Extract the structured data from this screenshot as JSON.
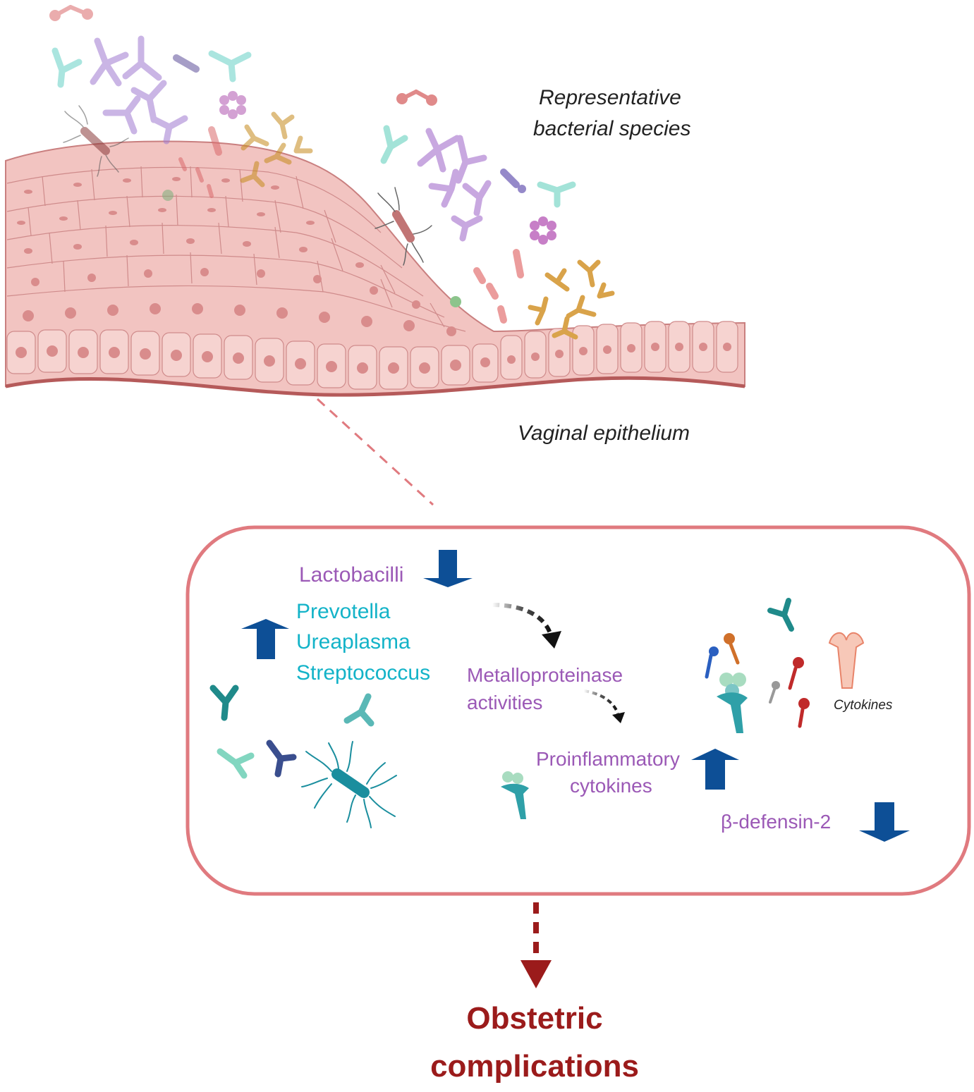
{
  "labels": {
    "bacteria_title_line1": "Representative",
    "bacteria_title_line2": "bacterial species",
    "epithelium": "Vaginal  epithelium",
    "lactobacilli": "Lactobacilli",
    "increased": [
      "Prevotella",
      "Ureaplasma",
      "Streptococcus"
    ],
    "metallo_line1": "Metalloproteinase",
    "metallo_line2": "activities",
    "proinflam_line1": "Proinflammatory",
    "proinflam_line2": "cytokines",
    "defensin": "β-defensin-2",
    "cytokines_small": "Cytokines",
    "outcome_line1": "Obstetric",
    "outcome_line2": "complications"
  },
  "colors": {
    "tissue": "#f2c4c1",
    "tissue_stroke": "#c97f7f",
    "nucleus": "#d98c8c",
    "box_border": "#e07a7f",
    "arrow_blue": "#0d4f96",
    "outcome": "#9b1b1b",
    "purple_text": "#9b59b6",
    "cyan_text": "#13b3c8"
  },
  "icons": {
    "trend_arrows": [
      "down-arrow-icon",
      "up-arrow-icon",
      "up-arrow-icon",
      "down-arrow-icon"
    ],
    "bacteria": [
      "bacillus-icon",
      "y-shaped-bacteria-icon",
      "coccus-cluster-icon",
      "diplococcus-icon"
    ],
    "cytokines": [
      "cytokine-receptor-icon",
      "cytokine-key-icon"
    ]
  }
}
